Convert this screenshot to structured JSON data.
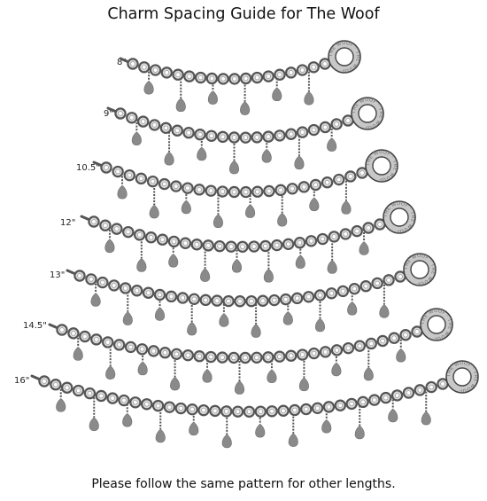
{
  "title": "Charm Spacing Guide for The Woof",
  "footer": "Please follow the same pattern for other lengths.",
  "colors": {
    "link_stroke": "#555555",
    "link_fill": "#dcdcdc",
    "charm_fill": "#8a8a8a",
    "toggle_fill": "#c8c8c8",
    "text": "#111111"
  },
  "bracelets": [
    {
      "label": "8\"",
      "charms": 6
    },
    {
      "label": "9\"",
      "charms": 7
    },
    {
      "label": "10.5\"",
      "charms": 8
    },
    {
      "label": "12\"",
      "charms": 9
    },
    {
      "label": "13\"",
      "charms": 10
    },
    {
      "label": "14.5\"",
      "charms": 11
    },
    {
      "label": "16\"",
      "charms": 12
    }
  ],
  "toggle_lettering": "THE WOOF"
}
